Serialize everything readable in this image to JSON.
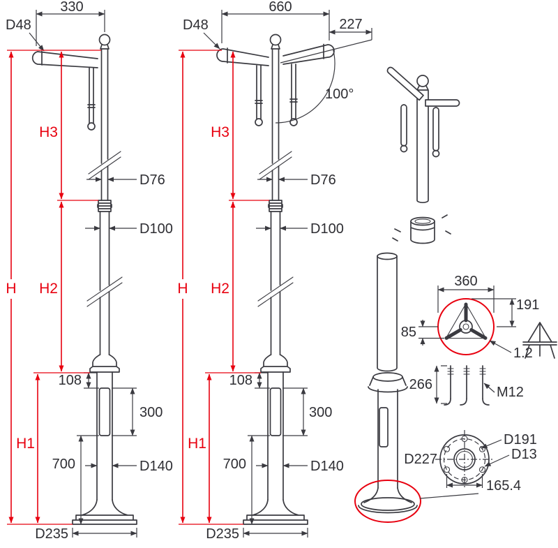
{
  "drawing": {
    "colors": {
      "line": "#3a3a40",
      "dimension_red": "#e8000f",
      "background": "#ffffff"
    },
    "pole_single": {
      "arm_span": "330",
      "arm_diameter": "D48",
      "height_total": "H",
      "height_upper": "H3",
      "height_middle": "H2",
      "height_lower": "H1",
      "top_tube_diameter": "D76",
      "mid_tube_diameter": "D100",
      "door_top_offset": "108",
      "door_height": "300",
      "base_section_height": "700",
      "base_tube_diameter": "D140",
      "base_plate_diameter": "D235"
    },
    "pole_double": {
      "arm_span": "660",
      "arm_diameter": "D48",
      "arm_overhang": "227",
      "arm_angle": "100°",
      "height_total": "H",
      "height_upper": "H3",
      "height_middle": "H2",
      "height_lower": "H1",
      "top_tube_diameter": "D76",
      "mid_tube_diameter": "D100",
      "door_top_offset": "108",
      "door_height": "300",
      "base_section_height": "700",
      "base_tube_diameter": "D140",
      "base_plate_diameter": "D235"
    },
    "details": {
      "mount_plate": {
        "width": "360",
        "depth": "191",
        "edge_offset": "85",
        "thickness": "1.2"
      },
      "anchor_bolts": {
        "length": "266",
        "thread": "M12"
      },
      "base_flange": {
        "bolt_circle_diameter": "D191",
        "outer_diameter": "D227",
        "hole_diameter": "D13",
        "hole_spacing": "165.4"
      }
    }
  }
}
